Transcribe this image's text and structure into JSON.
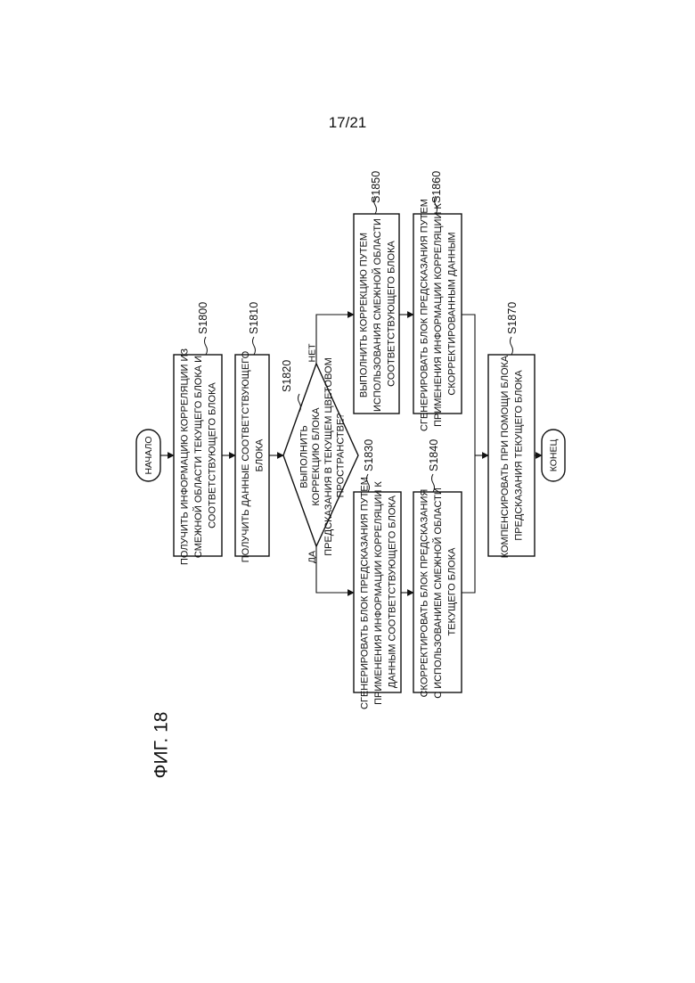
{
  "page_number": "17/21",
  "figure_label": "ФИГ. 18",
  "nodes": {
    "start": {
      "text": [
        "НАЧАЛО"
      ]
    },
    "s1800": {
      "label": "S1800",
      "text": [
        "ПОЛУЧИТЬ ИНФОРМАЦИЮ КОРРЕЛЯЦИИ ИЗ",
        "СМЕЖНОЙ ОБЛАСТИ ТЕКУЩЕГО БЛОКА И",
        "СООТВЕТСТВУЮЩЕГО БЛОКА"
      ]
    },
    "s1810": {
      "label": "S1810",
      "text": [
        "ПОЛУЧИТЬ ДАННЫЕ СООТВЕТСТВУЮЩЕГО",
        "БЛОКА"
      ]
    },
    "s1820": {
      "label": "S1820",
      "text": [
        "ВЫПОЛНИТЬ",
        "КОРРЕКЦИЮ БЛОКА",
        "ПРЕДСКАЗАНИЯ В ТЕКУЩЕМ ЦВЕТОВОМ",
        "ПРОСТРАНСТВЕ?"
      ]
    },
    "s1830": {
      "label": "S1830",
      "text": [
        "СГЕНЕРИРОВАТЬ БЛОК ПРЕДСКАЗАНИЯ ПУТЕМ",
        "ПРИМЕНЕНИЯ ИНФОРМАЦИИ КОРРЕЛЯЦИИ К",
        "ДАННЫМ СООТВЕТСТВУЮЩЕГО БЛОКА"
      ]
    },
    "s1840": {
      "label": "S1840",
      "text": [
        "СКОРРЕКТИРОВАТЬ БЛОК ПРЕДСКАЗАНИЯ",
        "С ИСПОЛЬЗОВАНИЕМ СМЕЖНОЙ ОБЛАСТИ",
        "ТЕКУЩЕГО БЛОКА"
      ]
    },
    "s1850": {
      "label": "S1850",
      "text": [
        "ВЫПОЛНИТЬ КОРРЕКЦИЮ ПУТЕМ",
        "ИСПОЛЬЗОВАНИЯ СМЕЖНОЙ ОБЛАСТИ",
        "СООТВЕТСТВУЮЩЕГО БЛОКА"
      ]
    },
    "s1860": {
      "label": "S1860",
      "text": [
        "СГЕНЕРИРОВАТЬ БЛОК ПРЕДСКАЗАНИЯ ПУТЕМ",
        "ПРИМЕНЕНИЯ ИНФОРМАЦИИ КОРРЕЛЯЦИИ К",
        "СКОРРЕКТИРОВАННЫМ ДАННЫМ"
      ]
    },
    "s1870": {
      "label": "S1870",
      "text": [
        "КОМПЕНСИРОВАТЬ ПРИ ПОМОЩИ БЛОКА",
        "ПРЕДСКАЗАНИЯ ТЕКУЩЕГО БЛОКА"
      ]
    },
    "end": {
      "text": [
        "КОНЕЦ"
      ]
    }
  },
  "branches": {
    "yes": "ДА",
    "no": "НЕТ"
  }
}
